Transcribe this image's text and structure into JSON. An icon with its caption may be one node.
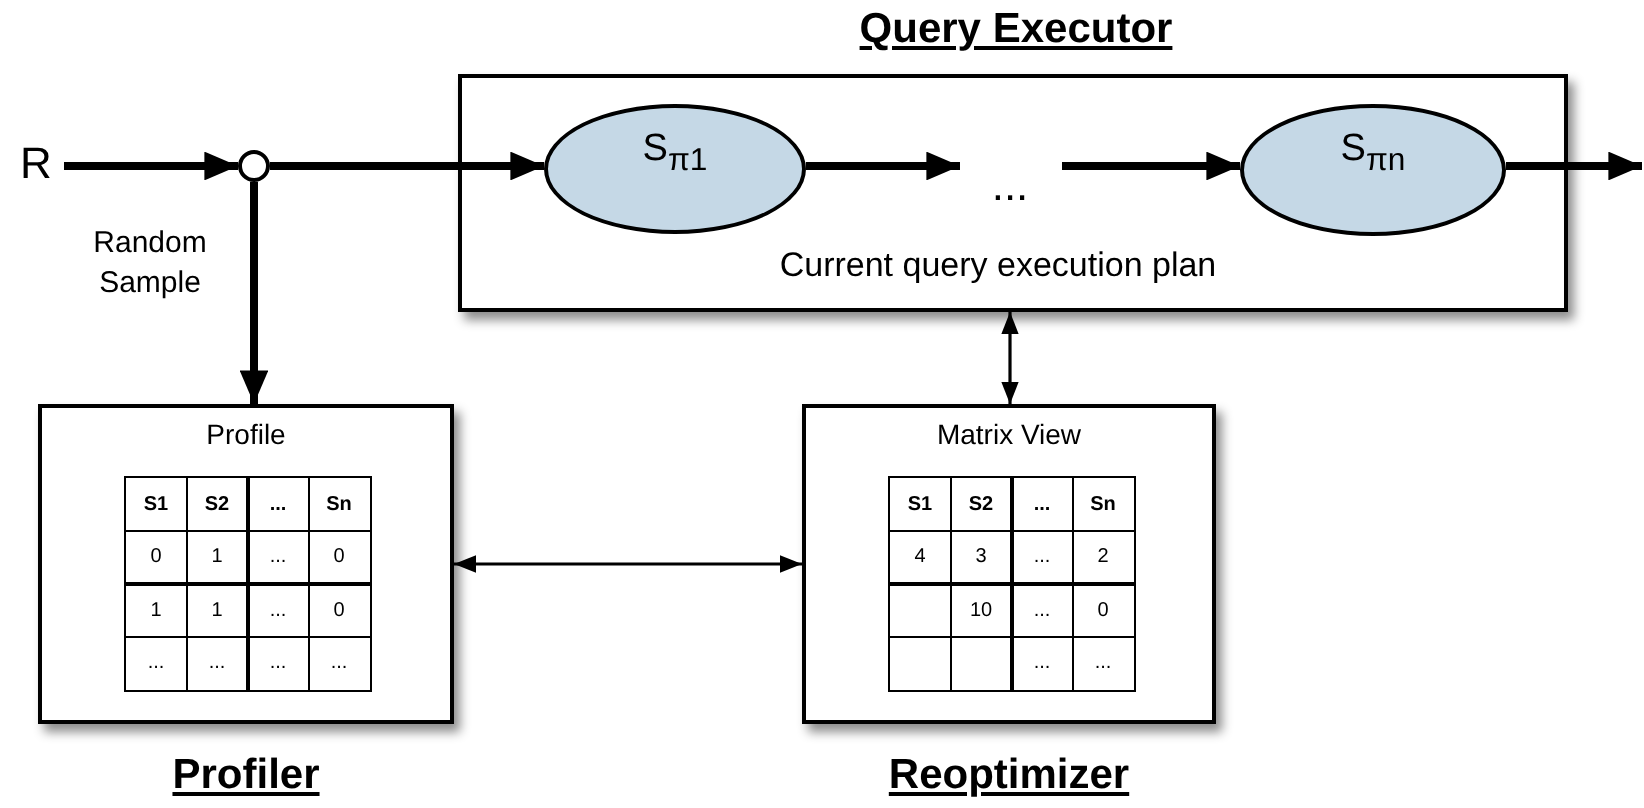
{
  "diagram": {
    "nodes": [
      {
        "text": [
          "Query Executor",
          "Current query execution plan"
        ]
      },
      {
        "text": [
          "S$_{π1}$"
        ],
        "in": 0
      },
      {
        "text": [
          "S$_{πn}$"
        ],
        "in": 0
      },
      {
        "text": [
          "R"
        ]
      },
      {
        "text": [],
        "shape": "circle"
      },
      {
        "text": [
          "Profile",
          "Profiler"
        ]
      },
      {
        "text": [
          "Matrix View",
          "Reoptimizer"
        ]
      }
    ],
    "edges": [
      {
        "from": 3,
        "to": 4,
        "arrow": "to"
      },
      {
        "from": 4,
        "to": 1,
        "arrow": "to"
      },
      {
        "from": 1,
        "to": null,
        "arrow": "to"
      },
      {
        "from": null,
        "to": 2,
        "arrow": "to"
      },
      {
        "from": 2,
        "to": null,
        "arrow": "to"
      },
      {
        "from": 4,
        "to": 5,
        "arrow": "to",
        "label": "Random Sample"
      },
      {
        "from": 0,
        "to": 6,
        "arrow": "both"
      },
      {
        "from": 5,
        "to": 6,
        "arrow": "both"
      }
    ],
    "labels": [
      "...",
      "S1",
      "S2",
      "...",
      "Sn",
      "0",
      "1",
      "...",
      "0",
      "1",
      "1",
      "...",
      "0",
      "...",
      "...",
      "...",
      "...",
      "S1",
      "S2",
      "...",
      "Sn",
      "4",
      "3",
      "...",
      "2",
      "10",
      "...",
      "0",
      "...",
      "..."
    ]
  }
}
